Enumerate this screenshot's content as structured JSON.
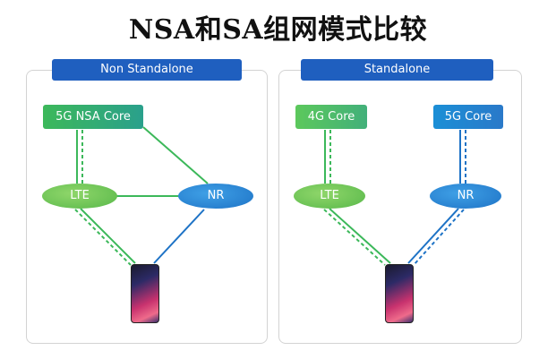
{
  "title": "NSA和SA组网模式比较",
  "left_panel": {
    "header": "Non Standalone",
    "core": "5G NSA Core",
    "lte": "LTE",
    "nr": "NR"
  },
  "right_panel": {
    "header": "Standalone",
    "core_4g": "4G Core",
    "core_5g": "5G Core",
    "lte": "LTE",
    "nr": "NR"
  },
  "colors": {
    "header_blue": "#1f5fbf",
    "green_link": "#3cb85a",
    "blue_link": "#1e73c6"
  }
}
